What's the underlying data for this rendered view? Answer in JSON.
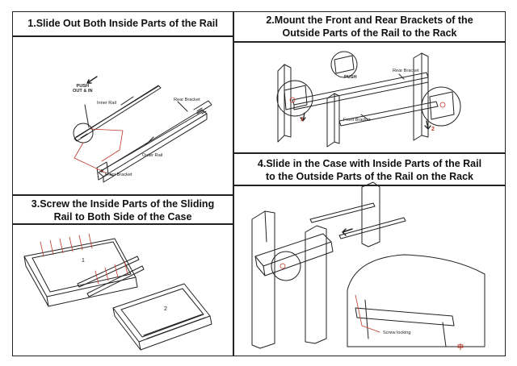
{
  "steps": [
    {
      "number": "1",
      "title": "1.Slide Out Both Inside Parts of the Rail"
    },
    {
      "number": "2",
      "title": "2.Mount the Front and Rear Brackets of the\nOutside Parts of the Rail to the Rack"
    },
    {
      "number": "3",
      "title": "3.Screw the Inside Parts of the Sliding\nRail to Both Side of the Case"
    },
    {
      "number": "4",
      "title": "4.Slide in the Case with Inside Parts of the Rail\nto the Outside Parts of the Rail on the Rack"
    }
  ],
  "labels": {
    "push_out_in": "PUSH\nOUT & IN",
    "inner_rail": "Inner Rail",
    "rear_bracket": "Rear Bracket",
    "outer_rail": "Outer Rail",
    "front_bracket": "Front Bracket",
    "push": "PUSH",
    "rear_bracket_2": "Rear Bracket",
    "front_bracket_2": "Front Bracket",
    "case_1": "1",
    "case_2": "2",
    "screw_locking": "Screw locking",
    "watermark": "中"
  },
  "colors": {
    "line": "#222222",
    "accent": "#c0392b",
    "background": "#ffffff"
  }
}
